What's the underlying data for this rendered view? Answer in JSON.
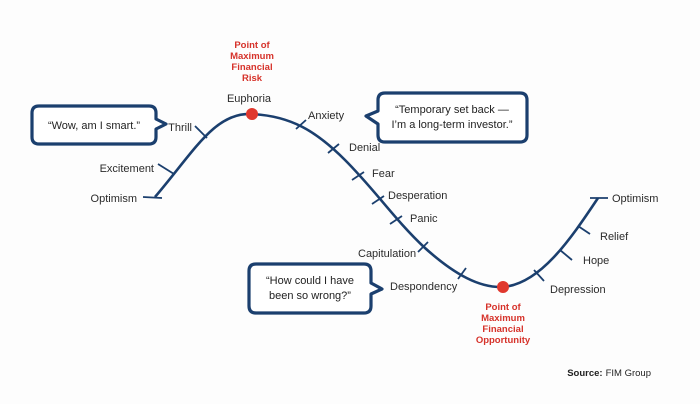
{
  "stages": [
    {
      "key": "optimism_start",
      "label": "Optimism"
    },
    {
      "key": "excitement",
      "label": "Excitement"
    },
    {
      "key": "thrill",
      "label": "Thrill"
    },
    {
      "key": "euphoria",
      "label": "Euphoria"
    },
    {
      "key": "anxiety",
      "label": "Anxiety"
    },
    {
      "key": "denial",
      "label": "Denial"
    },
    {
      "key": "fear",
      "label": "Fear"
    },
    {
      "key": "desperation",
      "label": "Desperation"
    },
    {
      "key": "panic",
      "label": "Panic"
    },
    {
      "key": "capitulation",
      "label": "Capitulation"
    },
    {
      "key": "despondency",
      "label": "Despondency"
    },
    {
      "key": "depression",
      "label": "Depression"
    },
    {
      "key": "hope",
      "label": "Hope"
    },
    {
      "key": "relief",
      "label": "Relief"
    },
    {
      "key": "optimism_end",
      "label": "Optimism"
    }
  ],
  "peak_marker": {
    "lines": [
      "Point of",
      "Maximum",
      "Financial",
      "Risk"
    ],
    "color": "#d6322a"
  },
  "trough_marker": {
    "lines": [
      "Point of",
      "Maximum",
      "Financial",
      "Opportunity"
    ],
    "color": "#d6322a"
  },
  "bubbles": {
    "smart": {
      "lines": [
        "“Wow, am I smart.”"
      ]
    },
    "setback": {
      "lines": [
        "“Temporary set back —",
        "I’m a long-term investor.”"
      ]
    },
    "wrong": {
      "lines": [
        "“How could I have",
        "been so wrong?”"
      ]
    }
  },
  "source": {
    "prefix": "Source:",
    "name": "FIM Group"
  },
  "colors": {
    "curve": "#1b3f6e",
    "bubble_border": "#1b3f6e",
    "marker": "#e0382e",
    "text": "#2b2b2b"
  }
}
